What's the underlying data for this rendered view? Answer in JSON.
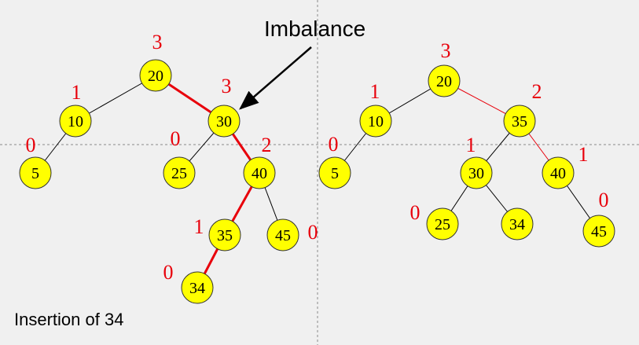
{
  "colors": {
    "background": "#f0f0f0",
    "node_fill": "#ffff00",
    "node_stroke": "#333333",
    "edge": "#000000",
    "highlight_edge": "#e8000b",
    "height_label": "#e8000b",
    "divider": "#8a8a8a"
  },
  "callout": {
    "text": "Imbalance"
  },
  "caption": {
    "text": "Insertion of  34"
  },
  "left_tree": {
    "nodes": [
      {
        "id": "n20",
        "key": "20",
        "height": "3"
      },
      {
        "id": "n10",
        "key": "10",
        "height": "1"
      },
      {
        "id": "n30",
        "key": "30",
        "height": "3"
      },
      {
        "id": "n5",
        "key": "5",
        "height": "0"
      },
      {
        "id": "n25",
        "key": "25",
        "height": "0"
      },
      {
        "id": "n40",
        "key": "40",
        "height": "2"
      },
      {
        "id": "n35",
        "key": "35",
        "height": "1"
      },
      {
        "id": "n45",
        "key": "45",
        "height": "0"
      },
      {
        "id": "n34",
        "key": "34",
        "height": "0"
      }
    ],
    "edges": [
      {
        "from": "n20",
        "to": "n10",
        "highlight": false
      },
      {
        "from": "n20",
        "to": "n30",
        "highlight": true
      },
      {
        "from": "n10",
        "to": "n5",
        "highlight": false
      },
      {
        "from": "n30",
        "to": "n25",
        "highlight": false
      },
      {
        "from": "n30",
        "to": "n40",
        "highlight": true
      },
      {
        "from": "n40",
        "to": "n35",
        "highlight": true
      },
      {
        "from": "n40",
        "to": "n45",
        "highlight": false
      },
      {
        "from": "n35",
        "to": "n34",
        "highlight": true
      }
    ]
  },
  "right_tree": {
    "nodes": [
      {
        "id": "m20",
        "key": "20",
        "height": "3"
      },
      {
        "id": "m10",
        "key": "10",
        "height": "1"
      },
      {
        "id": "m35",
        "key": "35",
        "height": "2"
      },
      {
        "id": "m5",
        "key": "5",
        "height": "0"
      },
      {
        "id": "m30",
        "key": "30",
        "height": "1"
      },
      {
        "id": "m40",
        "key": "40",
        "height": "1"
      },
      {
        "id": "m25",
        "key": "25",
        "height": "0"
      },
      {
        "id": "m34",
        "key": "34",
        "height": ""
      },
      {
        "id": "m45",
        "key": "45",
        "height": "0"
      }
    ],
    "edges": [
      {
        "from": "m20",
        "to": "m10",
        "highlight": false
      },
      {
        "from": "m20",
        "to": "m35",
        "highlight": "thin"
      },
      {
        "from": "m10",
        "to": "m5",
        "highlight": false
      },
      {
        "from": "m35",
        "to": "m30",
        "highlight": false
      },
      {
        "from": "m35",
        "to": "m40",
        "highlight": "thin"
      },
      {
        "from": "m30",
        "to": "m25",
        "highlight": false
      },
      {
        "from": "m30",
        "to": "m34",
        "highlight": false
      },
      {
        "from": "m40",
        "to": "m45",
        "highlight": false
      }
    ]
  }
}
